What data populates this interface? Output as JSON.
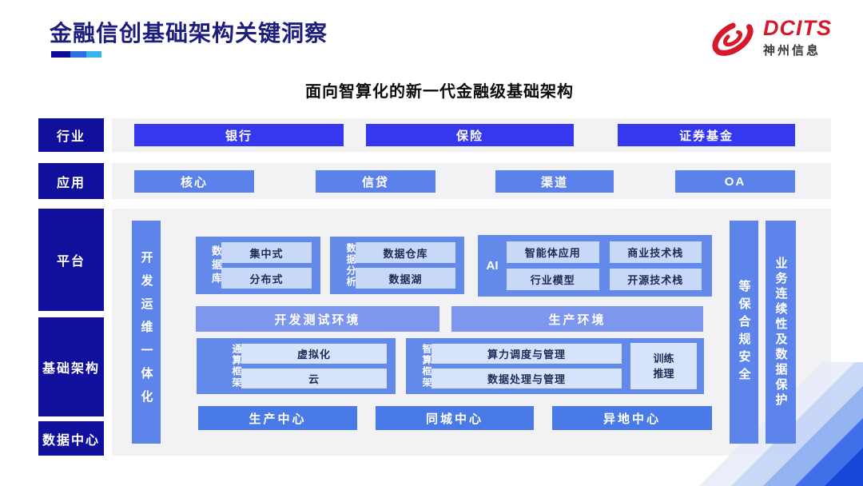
{
  "slide": {
    "title": "金融信创基础架构关键洞察",
    "subtitle": "面向智算化的新一代金融级基础架构",
    "logo": {
      "brand": "DCITS",
      "company": "神州信息"
    }
  },
  "layers": {
    "industry": {
      "label": "行业",
      "items": [
        "银行",
        "保险",
        "证券基金"
      ]
    },
    "application": {
      "label": "应用",
      "items": [
        "核心",
        "信贷",
        "渠道",
        "OA"
      ]
    },
    "platform": {
      "label": "平台"
    },
    "infrastructure": {
      "label": "基础架构"
    },
    "datacenter": {
      "label": "数据中心"
    }
  },
  "diagram": {
    "devops_bar": "开发运维一体化",
    "database": {
      "label": "数据库",
      "items": [
        "集中式",
        "分布式"
      ]
    },
    "analysis": {
      "label": "数据分析",
      "items": [
        "数据仓库",
        "数据湖"
      ]
    },
    "ai": {
      "label": "AI",
      "items": [
        "智能体应用",
        "商业技术栈",
        "行业模型",
        "开源技术栈"
      ]
    },
    "environments": {
      "dev_test": "开发测试环境",
      "production": "生产环境"
    },
    "general_framework": {
      "label": "通算框架",
      "items": [
        "虚拟化",
        "云"
      ]
    },
    "intelligent_framework": {
      "label": "智算框架",
      "items": [
        "算力调度与管理",
        "数据处理与管理"
      ],
      "side_box": "训练推理"
    },
    "centers": [
      "生产中心",
      "同城中心",
      "异地中心"
    ],
    "security_bar": "等保合规安全",
    "continuity_bar": "业务连续性及数据保护"
  },
  "colors": {
    "title_navy": "#1d1d7e",
    "label_navy": "#10109c",
    "industry_blue": "#3538ef",
    "app_blue": "#5b82ea",
    "group_blue": "#6389eb",
    "bar_blue": "#5c84ea",
    "env_blue": "#7d97ee",
    "center_blue": "#4a79e8",
    "chip_light": "#c7d8f8",
    "chip_lighter": "#d7e3fa",
    "panel_gray": "#f2f2f4",
    "brand_red": "#d6182b"
  }
}
